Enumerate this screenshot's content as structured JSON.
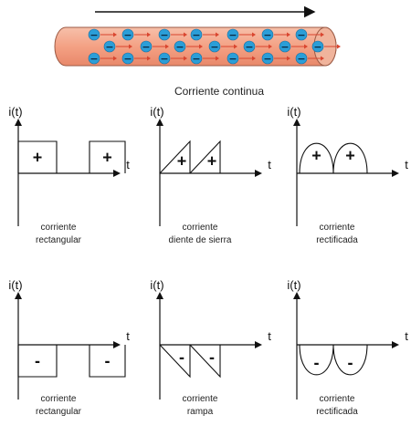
{
  "wire": {
    "label": "Corriente continua",
    "ion_sign": "−",
    "colors": {
      "wire": "#f4a184",
      "wire_edge": "#9c5a44",
      "ion": "#2b9ed8",
      "small_arrow": "#d9452f",
      "direction_arrow": "#111111"
    }
  },
  "axis": {
    "y_label": "i(t)",
    "x_label": "t"
  },
  "graphs": [
    {
      "kind": "rect",
      "sign": "+",
      "caption": [
        "corriente",
        "rectangular"
      ]
    },
    {
      "kind": "saw",
      "sign": "+",
      "caption": [
        "corriente",
        "diente de sierra"
      ]
    },
    {
      "kind": "rectif",
      "sign": "+",
      "caption": [
        "corriente",
        "rectificada"
      ]
    },
    {
      "kind": "rect",
      "sign": "-",
      "caption": [
        "corriente",
        "rectangular"
      ]
    },
    {
      "kind": "saw",
      "sign": "-",
      "caption": [
        "corriente",
        "rampa"
      ]
    },
    {
      "kind": "rectif",
      "sign": "-",
      "caption": [
        "corriente",
        "rectificada"
      ]
    }
  ]
}
